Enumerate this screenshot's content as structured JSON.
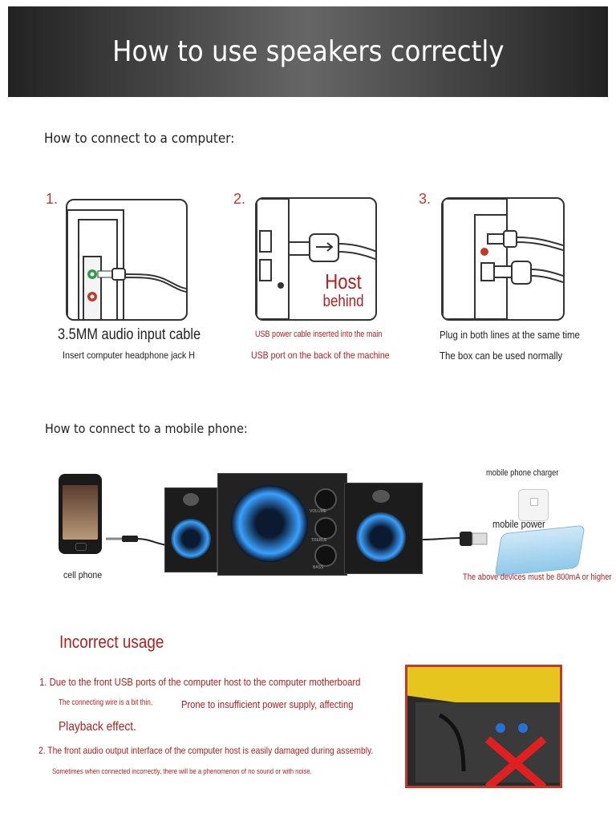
{
  "banner": {
    "title": "How to use speakers correctly"
  },
  "computer_section": {
    "title": "How to connect to a computer:",
    "steps": [
      {
        "num": "1.",
        "caption_main": "3.5MM audio input cable",
        "caption_sub": "Insert computer headphone jack H"
      },
      {
        "num": "2.",
        "overlay_line1": "Host",
        "overlay_line2": "behind",
        "caption_main": "USB power cable inserted into the main",
        "caption_sub": "USB port on the back of the machine"
      },
      {
        "num": "3.",
        "caption_main": "Plug in both lines at the same time",
        "caption_sub": "The box can be used normally"
      }
    ]
  },
  "phone_section": {
    "title": "How to connect to a mobile phone:",
    "cell_phone_label": "cell phone",
    "charger_label": "mobile phone charger",
    "power_label": "mobile power",
    "requirement_note": "The above devices must be 800mA or higher",
    "speaker_buttons": [
      "VOLUME",
      "TREBLE",
      "BASS"
    ]
  },
  "incorrect_section": {
    "title": "Incorrect usage",
    "line1": "1. Due to the front USB ports of the computer host to the computer motherboard",
    "line2a": "The connecting wire is a bit thin,",
    "line2b": "Prone to insufficient power supply, affecting",
    "line3": "Playback effect.",
    "line4": "2. The front audio output interface of the computer host is easily damaged during assembly.",
    "line5": "Sometimes when connected incorrectly, there will be a phenomenon of no sound or with noise."
  },
  "colors": {
    "accent_red": "#b02020",
    "led_blue": "#3aa0ff",
    "banner_dark": "#222222"
  }
}
